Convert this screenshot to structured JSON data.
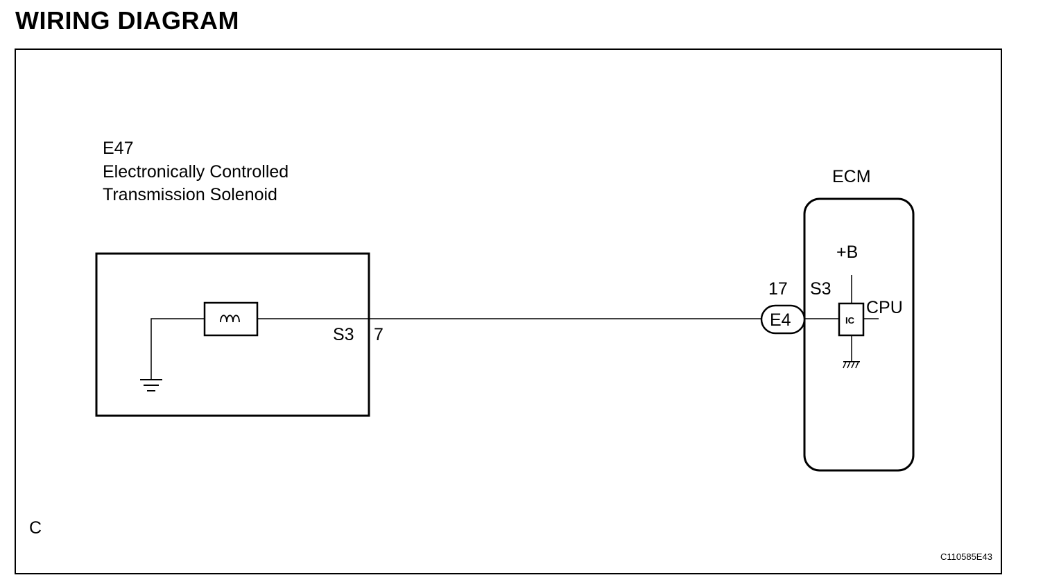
{
  "title": "WIRING DIAGRAM",
  "solenoid": {
    "code": "E47",
    "name_line1": "Electronically Controlled",
    "name_line2": "Transmission Solenoid",
    "terminal_name": "S3",
    "terminal_pin": "7",
    "coil_icon": "solenoid-coil-icon",
    "ground_icon": "ground-icon"
  },
  "ecm": {
    "label": "ECM",
    "connector": "E4",
    "connector_pin": "17",
    "terminal_name": "S3",
    "power_label": "+B",
    "ic_label": "IC",
    "cpu_label": "CPU",
    "ground_icon": "chassis-ground-icon"
  },
  "wire_color_code": "C",
  "figure_id": "C110585E43",
  "colors": {
    "line": "#000000",
    "background": "#ffffff"
  }
}
